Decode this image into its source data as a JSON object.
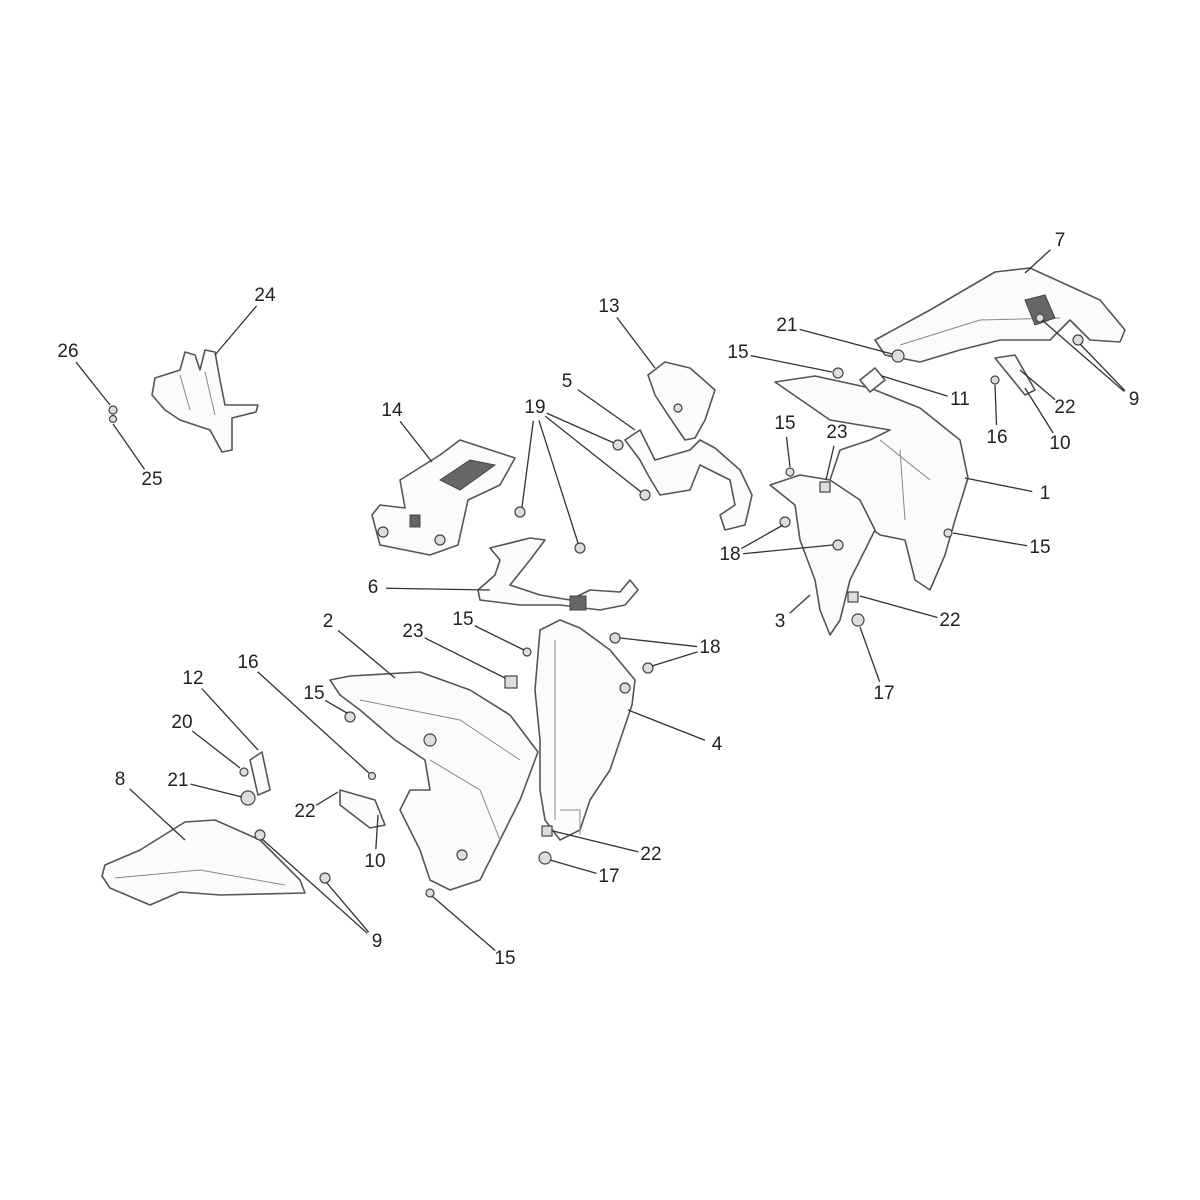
{
  "diagram": {
    "type": "exploded parts diagram",
    "callouts": [
      "26",
      "25",
      "24",
      "14",
      "13",
      "5",
      "19",
      "6",
      "15",
      "21",
      "7",
      "11",
      "22",
      "9",
      "16",
      "10",
      "15",
      "23",
      "1",
      "15",
      "18",
      "3",
      "22",
      "17",
      "2",
      "23",
      "15",
      "18",
      "12",
      "16",
      "15",
      "20",
      "21",
      "4",
      "8",
      "22",
      "10",
      "22",
      "17",
      "9",
      "15"
    ]
  }
}
